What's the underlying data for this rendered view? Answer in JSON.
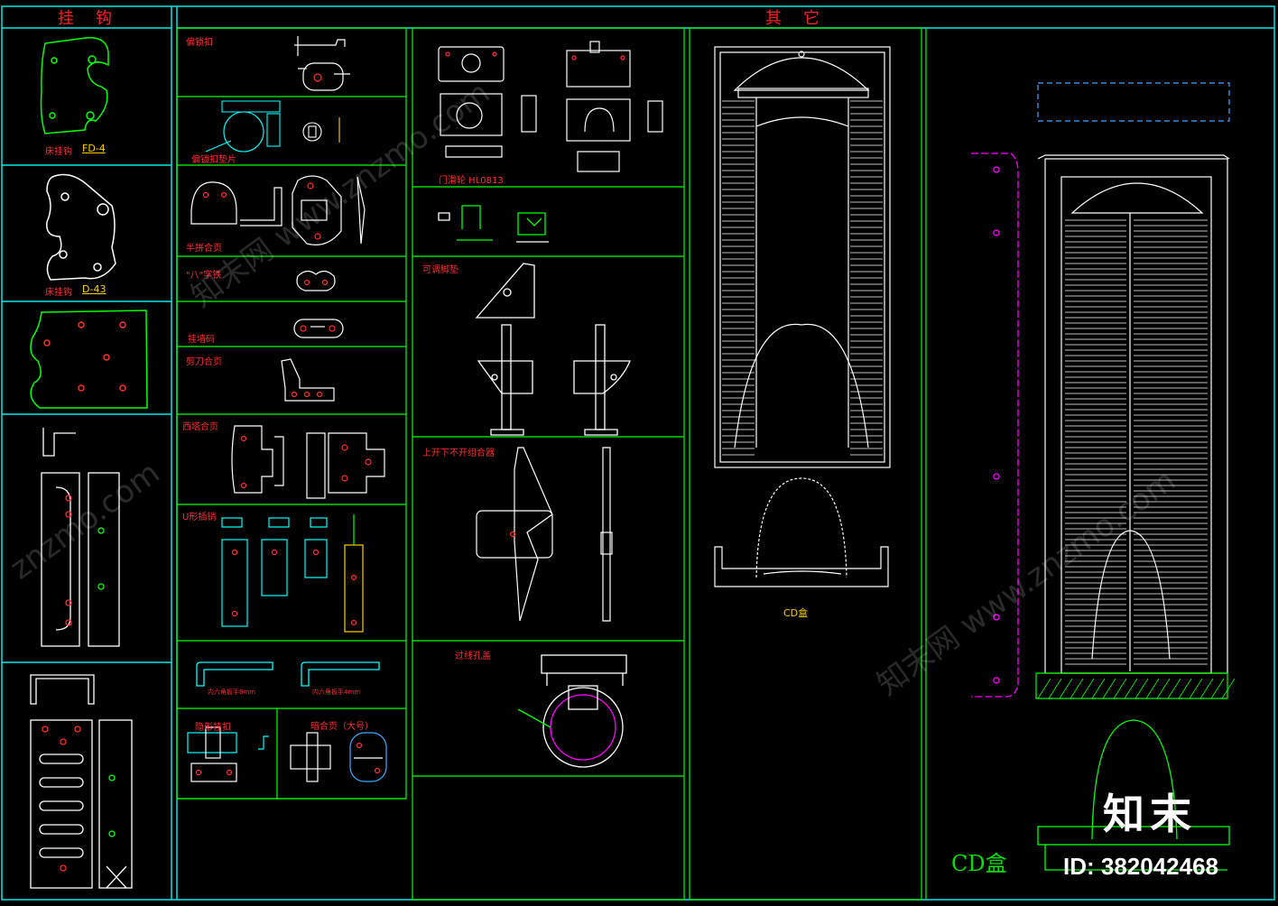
{
  "headers": {
    "hooks": "挂钩",
    "others": "其它"
  },
  "labels": {
    "fd4_name": "床挂钩",
    "fd4_code": "FD-4",
    "d43_name": "床挂钩",
    "d43_code": "D-43",
    "lock_buckle": "偏锁扣",
    "lock_pad": "偏锁扣垫片",
    "half_hinge": "半拼合页",
    "eight_iron": "\"八\"字铁",
    "wall_code": "挂墙码",
    "scissor_hinge": "剪刀合页",
    "corner_hinge": "西塔合页",
    "u_pin": "U形插销",
    "hex_key_1": "内六角扳手8mm",
    "hex_key_2": "内六角扳手4mm",
    "hidden_buckle": "隐形挂扣",
    "concealed_hinge": "暗合页（大号）",
    "door_slide": "门滑轮 HL0813",
    "adjust_foot": "可调脚垫",
    "combiner": "上开下不开组合器",
    "cable_box": "过线孔盖",
    "cd_small": "CD盒",
    "cd_big": "CD盒"
  },
  "watermark": {
    "brand": "知末",
    "id_text": "ID: 382042468",
    "faint_1": "知末网 www.znzmo.com",
    "faint_2": "znzmo.com"
  },
  "colors": {
    "frame": "#00e8e8",
    "panel": "#00ff00",
    "part": "#ffffff",
    "part_cyan": "#00ffff",
    "accent_red": "#ff3030",
    "accent_magenta": "#ff00ff",
    "accent_yellow": "#ffd000",
    "accent_blue": "#3fa8ff"
  }
}
